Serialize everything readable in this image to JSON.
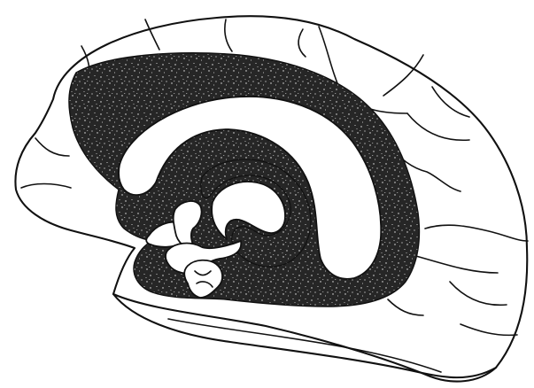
{
  "figure": {
    "subject": "medial-view-brain-limbic-lobe",
    "colors": {
      "background": "#ffffff",
      "outline": "#111111",
      "shaded_region": "#262626",
      "speckle": "#f2f2f2"
    },
    "icons": [
      "brain-outline",
      "limbic-lobe-shading",
      "corpus-callosum-outline"
    ]
  }
}
